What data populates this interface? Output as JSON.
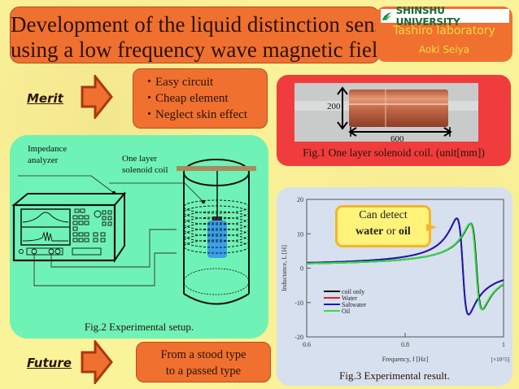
{
  "header": {
    "title_line1": "Development of the liquid distinction sensor",
    "title_line2": "using a low frequency wave magnetic field.",
    "university": "SHINSHU UNIVERSITY",
    "laboratory": "Tashiro laboratory",
    "author": "Aoki Seiya"
  },
  "merit": {
    "label": "Merit",
    "items": [
      "・Easy circuit",
      "・Cheap element",
      "・Neglect skin effect"
    ]
  },
  "future": {
    "label": "Future",
    "line1": "From a stood type",
    "line2": "to a passed type"
  },
  "fig1": {
    "caption": "Fig.1  One layer solenoid coil.  (unit[mm])",
    "dim_diameter": "200",
    "dim_length": "600"
  },
  "fig2": {
    "caption": "Fig.2  Experimental setup.",
    "label_analyzer_1": "Impedance",
    "label_analyzer_2": "analyzer",
    "label_coil_1": "One layer",
    "label_coil_2": "solenoid coil"
  },
  "fig3": {
    "caption": "Fig.3  Experimental result.",
    "callout_line1": "Can detect",
    "callout_bold1": "water",
    "callout_or": " or ",
    "callout_bold2": "oil"
  },
  "colors": {
    "orange": "#f07030",
    "red_panel": "#f03c3c",
    "green_panel": "#6ff2b5",
    "chart_panel": "#d7e0ee",
    "background": "#fbf39a"
  },
  "chart_data": {
    "type": "line",
    "title": "",
    "xlabel": "Frequency, f [Hz]",
    "ylabel": "Inductance, L [H]",
    "x_multiplier": "[×10^5]",
    "xlim": [
      0.6,
      1.0
    ],
    "ylim": [
      -20,
      20
    ],
    "xticks": [
      "0.6",
      "0.8",
      "1"
    ],
    "yticks": [
      "20",
      "10",
      "0",
      "-10",
      "-20"
    ],
    "legend_position": "lower-left",
    "series": [
      {
        "name": "coil only",
        "color": "#000000",
        "resonance": 0.945,
        "peak": 12.5,
        "trough": -12.5
      },
      {
        "name": "Water",
        "color": "#e02020",
        "resonance": 0.917,
        "peak": 14.0,
        "trough": -14.0
      },
      {
        "name": "Saltwater",
        "color": "#1a1ab4",
        "resonance": 0.917,
        "peak": 14.0,
        "trough": -14.0
      },
      {
        "name": "Oil",
        "color": "#33dd44",
        "resonance": 0.944,
        "peak": 12.5,
        "trough": -12.5
      }
    ]
  }
}
